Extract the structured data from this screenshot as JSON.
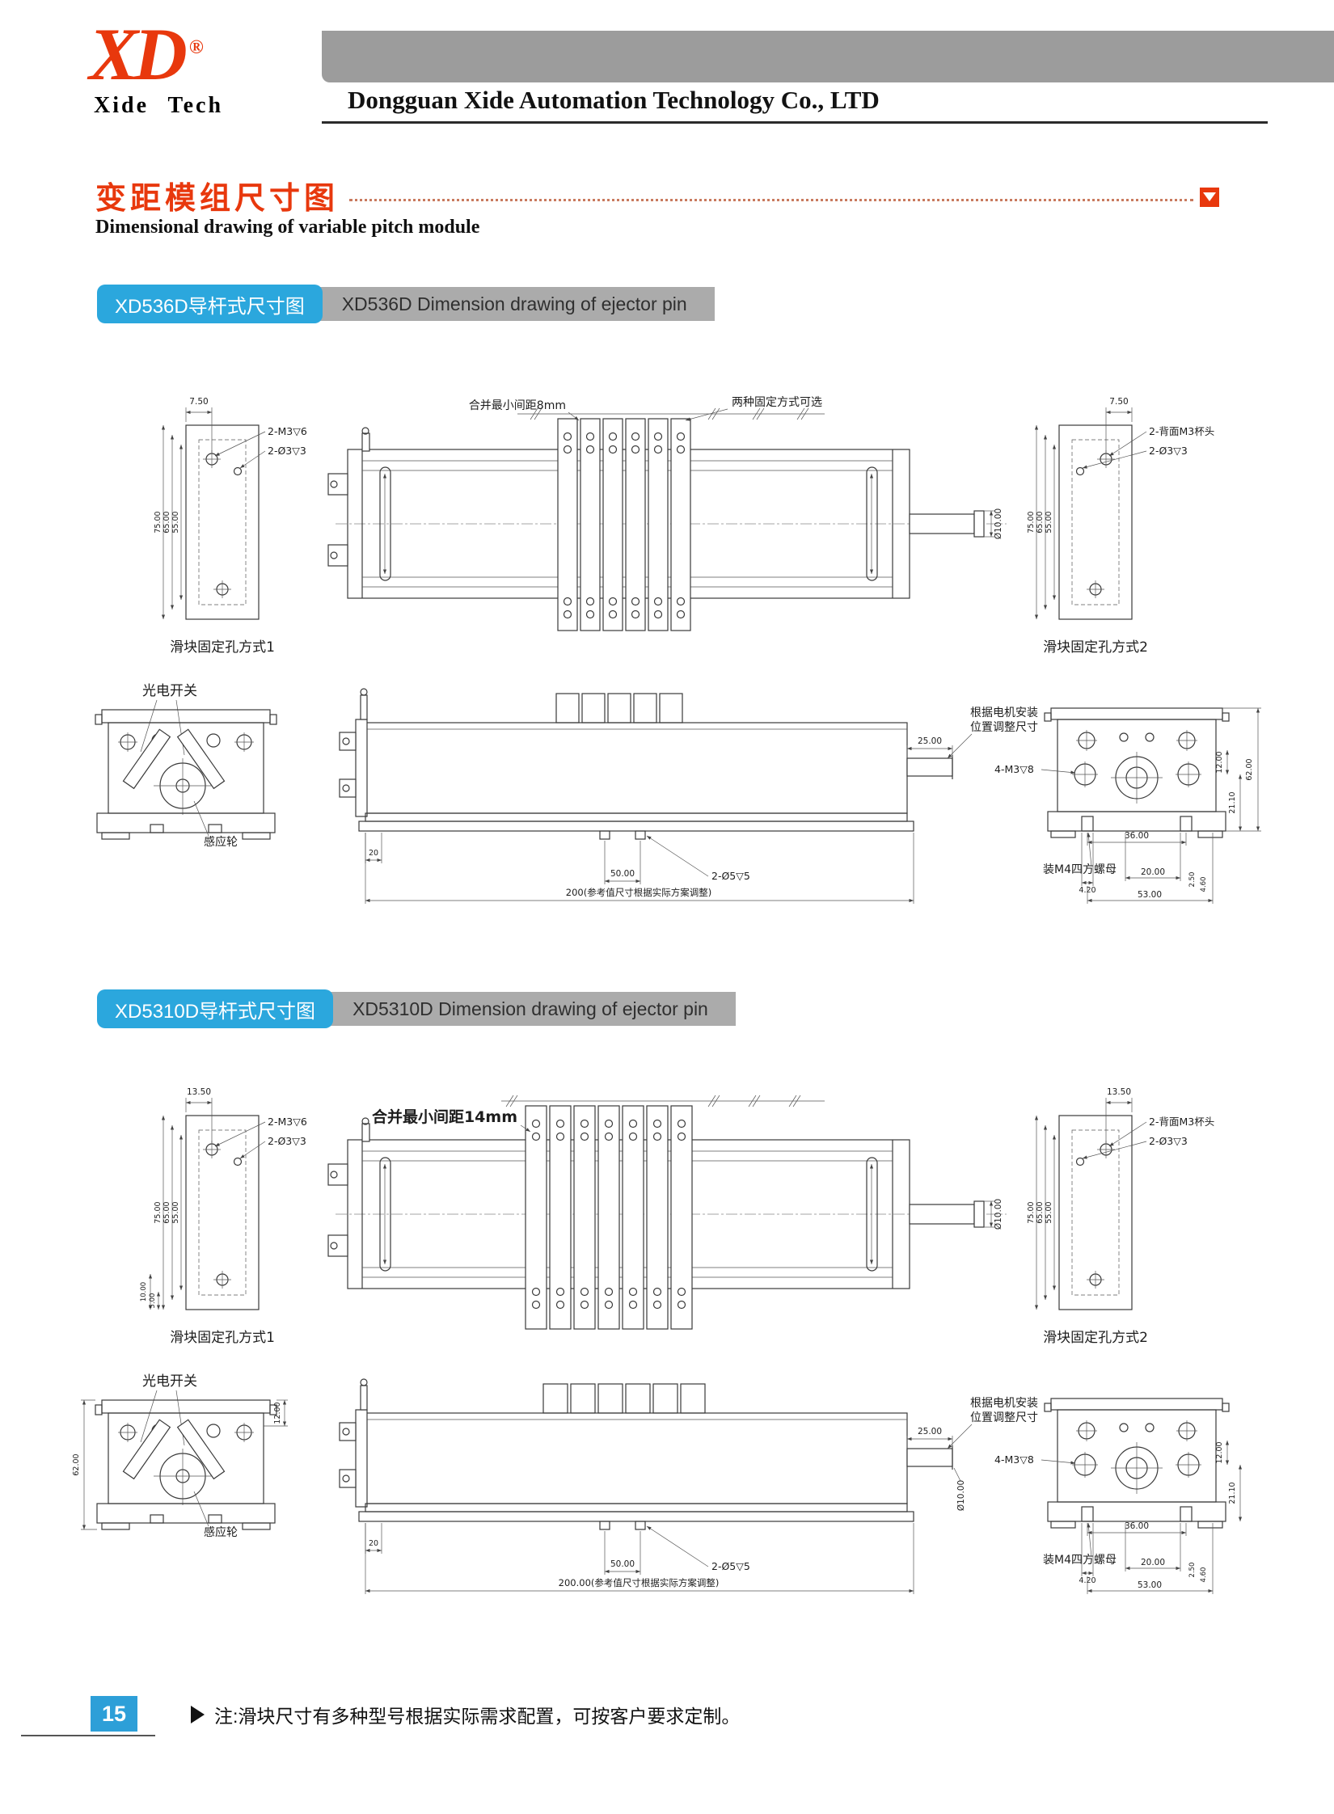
{
  "colors": {
    "accent": "#e8380d",
    "badge_blue": "#2ba7dd",
    "banner_gray": "#9c9c9c",
    "page_num_blue": "#2d9fd8"
  },
  "header": {
    "logo_main": "XD",
    "logo_reg": "®",
    "logo_sub": "Xide Tech",
    "company": "Dongguan Xide Automation Technology Co., LTD"
  },
  "title": {
    "cn": "变距模组尺寸图",
    "en": "Dimensional drawing of variable pitch module"
  },
  "footer": {
    "page_number": "15",
    "note": "注:滑块尺寸有多种型号根据实际需求配置，可按客户要求定制。"
  },
  "sections": [
    {
      "badge": "XD536D导杆式尺寸图",
      "heading": "XD536D Dimension drawing of ejector pin",
      "plate_left": {
        "dim_top": "7.50",
        "callout_m3": "2-M3▽6",
        "callout_d3": "2-Ø3▽3",
        "dim_v1": "75.00",
        "dim_v2": "65.00",
        "dim_v3": "55.00",
        "caption": "滑块固定孔方式1"
      },
      "assembly": {
        "merge_note": "合并最小间距8mm",
        "fix_note": "两种固定方式可选",
        "shaft_dim": "Ø10.00"
      },
      "plate_right": {
        "dim_top": "7.50",
        "callout_cap": "2-背面M3杯头",
        "callout_d3": "2-Ø3▽3",
        "dim_v1": "75.00",
        "dim_v2": "65.00",
        "dim_v3": "55.00",
        "caption": "滑块固定孔方式2"
      },
      "front_view": {
        "photo_switch": "光电开关",
        "sensor_wheel": "感应轮"
      },
      "side_view": {
        "dim_25": "25.00",
        "dim_20": "20",
        "dim_50": "50.00",
        "callout_holes": "2-Ø5▽5",
        "dim_200": "200(参考值尺寸根据实际方案调整)",
        "motor_note1": "根据电机安装",
        "motor_note2": "位置调整尺寸"
      },
      "rear_view": {
        "callout_m3": "4-M3▽8",
        "dim_36": "36.00",
        "dim_62": "62.00",
        "dim_21": "21.10",
        "dim_12": "12.00",
        "nut_note": "装M4四方螺母",
        "dim_4_20": "4.20",
        "dim_20": "20.00",
        "dim_53": "53.00",
        "dim_2_50": "2.50",
        "dim_4_60": "4.60"
      }
    },
    {
      "badge": "XD5310D导杆式尺寸图",
      "heading": "XD5310D Dimension drawing of ejector pin",
      "plate_left": {
        "dim_top": "13.50",
        "callout_m3": "2-M3▽6",
        "callout_d3": "2-Ø3▽3",
        "dim_v1": "75.00",
        "dim_v2": "65.00",
        "dim_v3": "55.00",
        "dim_b1": "10.00",
        "dim_b2": "5.00",
        "caption": "滑块固定孔方式1"
      },
      "assembly": {
        "merge_note": "合并最小间距14mm",
        "shaft_dim": "Ø10.00"
      },
      "plate_right": {
        "dim_top": "13.50",
        "callout_cap": "2-背面M3杯头",
        "callout_d3": "2-Ø3▽3",
        "dim_v1": "75.00",
        "dim_v2": "65.00",
        "dim_v3": "55.00",
        "caption": "滑块固定孔方式2"
      },
      "front_view": {
        "photo_switch": "光电开关",
        "sensor_wheel": "感应轮",
        "dim_12": "12.00",
        "dim_62": "62.00"
      },
      "side_view": {
        "dim_25": "25.00",
        "dim_20": "20",
        "dim_50": "50.00",
        "callout_holes": "2-Ø5▽5",
        "dim_200": "200.00(参考值尺寸根据实际方案调整)",
        "shaft_dim": "Ø10.00",
        "motor_note1": "根据电机安装",
        "motor_note2": "位置调整尺寸"
      },
      "rear_view": {
        "callout_m3": "4-M3▽8",
        "dim_36": "36.00",
        "dim_21": "21.10",
        "dim_12": "12.00",
        "nut_note": "装M4四方螺母",
        "dim_4_20": "4.20",
        "dim_20": "20.00",
        "dim_53": "53.00",
        "dim_2_50": "2.50",
        "dim_4_60": "4.60"
      }
    }
  ]
}
